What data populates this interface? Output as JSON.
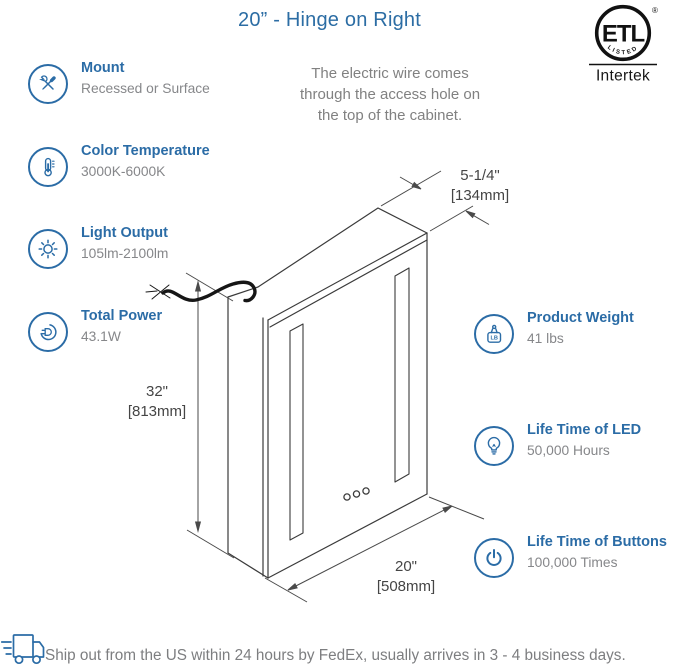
{
  "title": "20” - Hinge on Right",
  "certification": {
    "mark": "ETL",
    "listed": "LISTED",
    "reg": "®",
    "brand": "Intertek"
  },
  "note": "The electric wire comes through the access hole on the top of the cabinet.",
  "specs_left": [
    {
      "icon": "tools-icon",
      "label": "Mount",
      "value": "Recessed or Surface"
    },
    {
      "icon": "thermometer-icon",
      "label": "Color Temperature",
      "value": "3000K-6000K"
    },
    {
      "icon": "sun-icon",
      "label": "Light Output",
      "value": "105lm-2100lm"
    },
    {
      "icon": "plug-icon",
      "label": "Total Power",
      "value": "43.1W"
    }
  ],
  "specs_right": [
    {
      "icon": "weight-icon",
      "label": "Product Weight",
      "value": "41 lbs",
      "badge": "LB"
    },
    {
      "icon": "bulb-icon",
      "label": "Life Time of LED",
      "value": "50,000 Hours"
    },
    {
      "icon": "power-icon",
      "label": "Life Time of Buttons",
      "value": "100,000 Times"
    }
  ],
  "dimensions": {
    "height": {
      "inches": "32\"",
      "mm": "[813mm]"
    },
    "depth": {
      "inches": "5-1/4\"",
      "mm": "[134mm]"
    },
    "width": {
      "inches": "20\"",
      "mm": "[508mm]"
    }
  },
  "shipping": "Ship out from the US within 24 hours by FedEx, usually arrives in 3 - 4 business days.",
  "colors": {
    "accent": "#2b6ca6",
    "gray_text": "#86878a",
    "line": "#3b3b3b",
    "dim_text": "#454545"
  }
}
